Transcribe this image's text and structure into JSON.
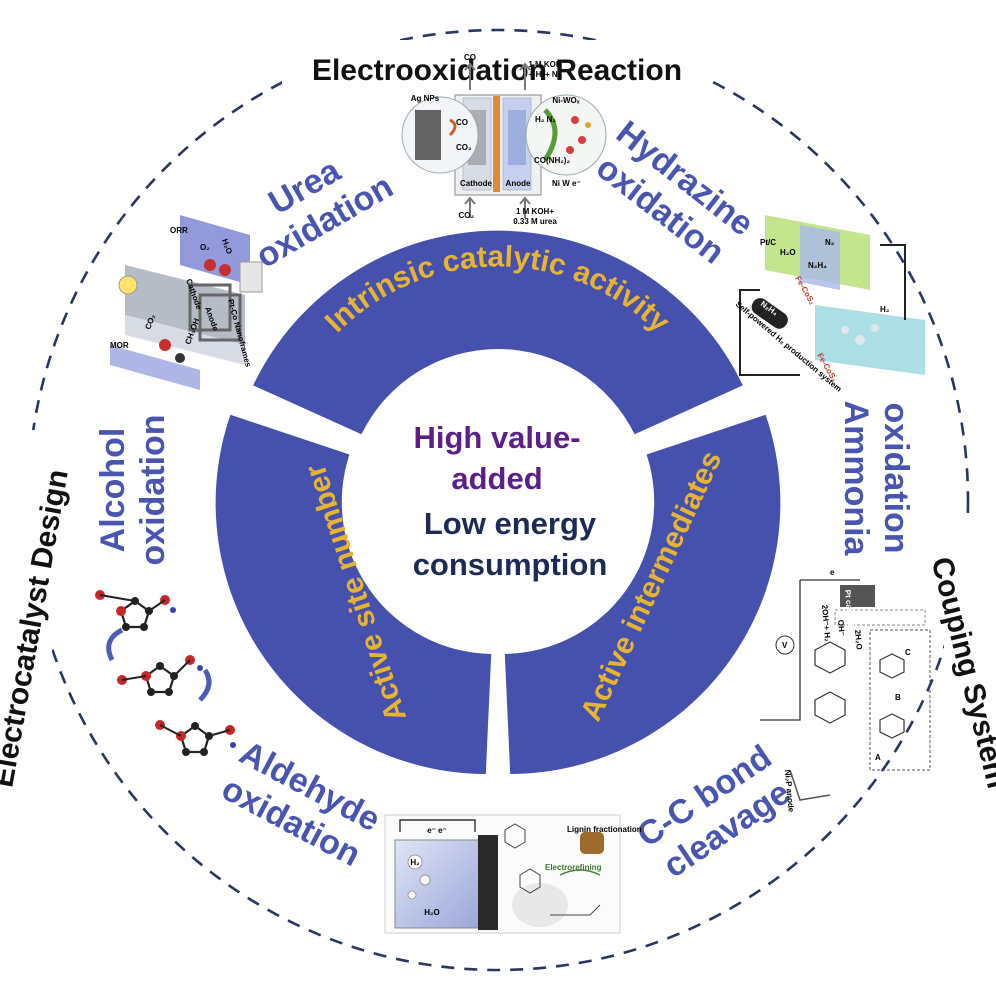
{
  "outer": {
    "top": "Electrooxidation Reaction",
    "left": "Electrocatalyst Design",
    "right": "Couping System"
  },
  "ring": {
    "top": "Intrinsic catalytic activity",
    "left": "Active site number",
    "right": "Active intermediates"
  },
  "center": {
    "line1": "High value-",
    "line2": "added",
    "line3": "Low energy",
    "line4": "consumption"
  },
  "reactions": {
    "urea": [
      "Urea",
      "oxidation"
    ],
    "hydrazine": [
      "Hydrazine",
      "oxidation"
    ],
    "ammonia": [
      "Ammonia",
      "oxidation"
    ],
    "alcohol": [
      "Alcohol",
      "oxidation"
    ],
    "aldehyde": [
      "Aldehyde",
      "oxidation"
    ],
    "cc": [
      "C-C bond",
      "cleavage"
    ]
  },
  "colors": {
    "ring_blue": "#4651ad",
    "ring_text": "#e6b432",
    "reaction_text": "#4a55b2",
    "center_purple": "#5b1f8a",
    "center_navy": "#1d2a55",
    "dash": "#2a3560"
  },
  "panels": {
    "urea_cell": {
      "top_left": "CO",
      "top_right1": "1 M KOH",
      "top_right2": "+ H₂+ N₂",
      "left_tag": "Ag NPs",
      "right_tag": "Ni-WOₓ",
      "cathode": "Cathode",
      "anode": "Anode",
      "bottom_left": "CO₂",
      "bottom_right1": "1 M KOH+",
      "bottom_right2": "0.33 M urea",
      "co": "CO",
      "co2": "CO₂",
      "h2n2": "H₂ N₂",
      "urea_mol": "CO(NH₂)₂",
      "legend": "Ni  W  e⁻"
    },
    "alcohol_cell": {
      "orr": "ORR",
      "mor": "MOR",
      "cathode": "Cathode",
      "anode": "Anode",
      "ptco": "Pt-Co Nanoframes",
      "h2o": "H₂O",
      "o2": "O₂",
      "co2": "CO₂",
      "ch3oh": "CH₃OH"
    },
    "hydrazine_cell": {
      "ptc": "Pt/C",
      "n2": "N₂",
      "h2o": "H₂O",
      "n2h4": "N₂H₄",
      "feconi": "Fe-CoS₂",
      "h2": "H₂",
      "bottle": "N₂H₄",
      "system": "Self-powered H₂ production system"
    },
    "ammonia_cell": {
      "pt": "Pt cathode",
      "ni": "Ni₂P anode",
      "eq1": "2OH⁻+ H₂",
      "eq2": "2H₂O",
      "oh": "OH⁻",
      "v": "V",
      "a": "A",
      "b": "B",
      "c": "C",
      "e": "e"
    },
    "cc_cell": {
      "e": "e⁻  e⁻",
      "h2": "H₂",
      "h2o": "H₂O",
      "lignin": "Lignin fractionation",
      "refine": "Electrorefining"
    }
  }
}
